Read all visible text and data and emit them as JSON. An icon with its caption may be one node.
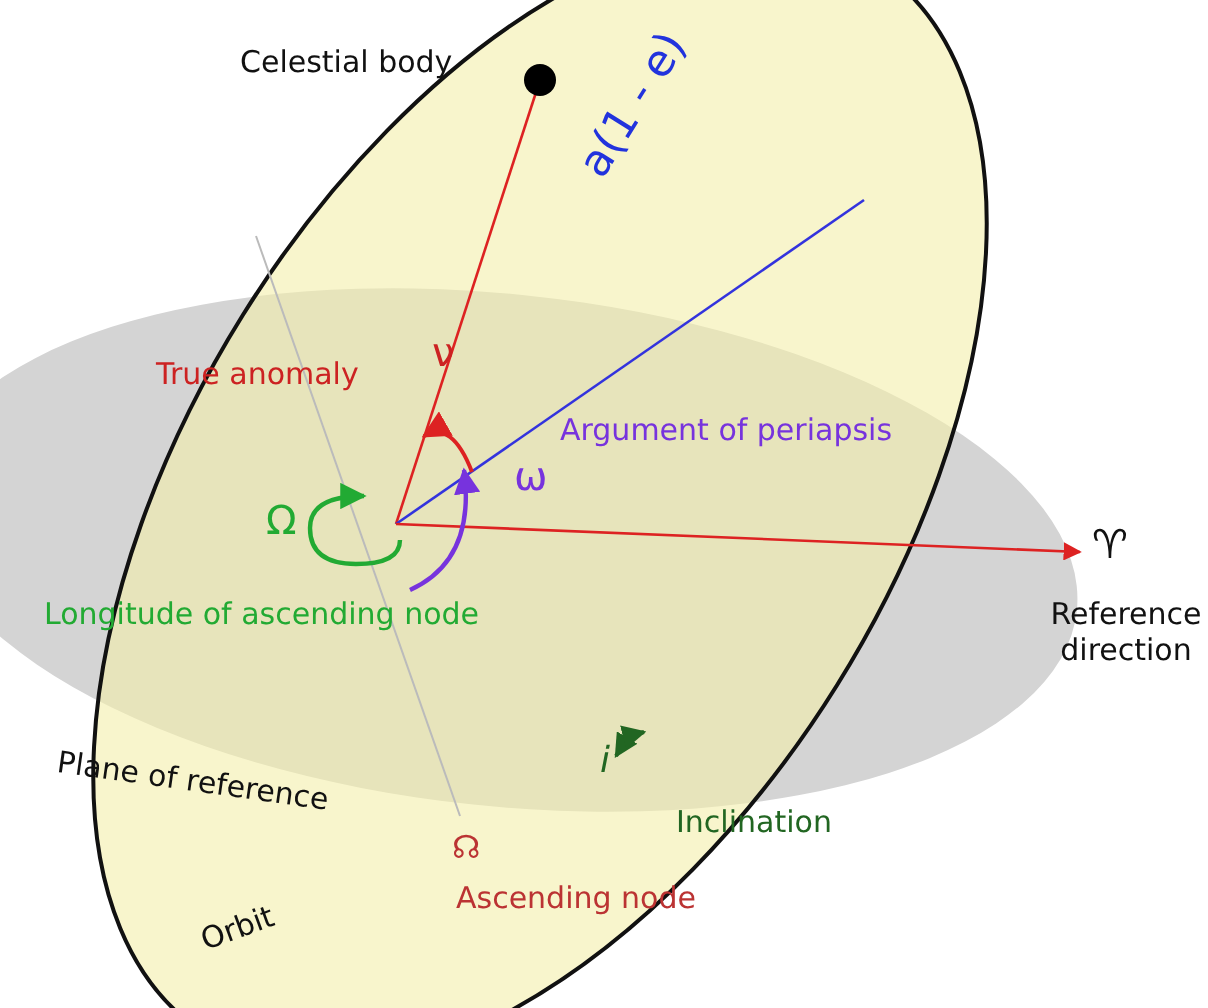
{
  "diagram": {
    "labels": [
      "Celestial body",
      "a(1 - e)",
      "True anomaly",
      "ν",
      "Argument of periapsis",
      "ω",
      "Ω",
      "Longitude of ascending node",
      "♈",
      "Reference direction",
      "Plane of reference",
      "i",
      "Inclination",
      "☊",
      "Ascending node",
      "Orbit"
    ]
  }
}
